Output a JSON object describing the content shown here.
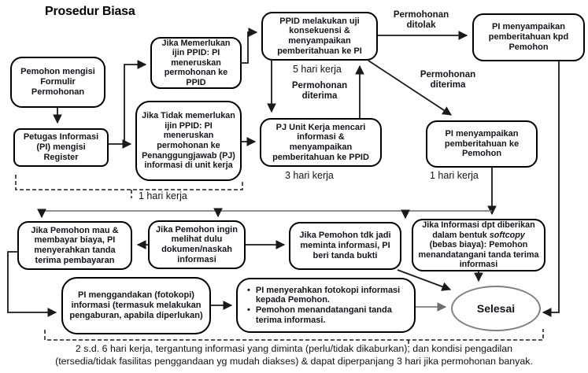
{
  "title": "Prosedur Biasa",
  "nodes": {
    "pemohon_form": "Pemohon mengisi Formulir Permohonan",
    "petugas_register": "Petugas Informasi (PI) mengisi Register",
    "perlu_ijin": "Jika Memerlukan ijin PPID: PI meneruskan permohonan ke PPID",
    "tidak_perlu_ijin": "Jika Tidak memerlukan ijin PPID: PI meneruskan permohonan ke Penanggungjawab (PJ) informasi di unit kerja",
    "ppid_uji": "PPID melakukan uji konsekuensi & menyampaikan pemberitahuan ke PI",
    "pi_beritahu_kpd_pemohon": "PI menyampaikan pemberitahuan kpd Pemohon",
    "pj_unit_kerja": "PJ Unit Kerja mencari informasi & menyampaikan pemberitahuan ke PPID",
    "pi_beritahu_ke_pemohon": "PI menyampaikan pemberitahuan ke Pemohon",
    "pemohon_bayar": "Jika Pemohon mau & membayar biaya, PI menyerahkan tanda terima pembayaran",
    "pemohon_lihat": "Jika Pemohon ingin melihat dulu dokumen/naskah informasi",
    "pemohon_batal": "Jika Pemohon tdk jadi meminta informasi, PI beri tanda bukti",
    "softcopy_part1": "Jika Informasi dpt diberikan dalam bentuk ",
    "softcopy_italic": "softcopy",
    "softcopy_part3": " (bebas biaya): Pemohon menandatangani tanda terima informasi",
    "pi_gandakan": "PI menggandakan (fotokopi) informasi (termasuk melakukan pengaburan, apabila diperlukan)",
    "serahkan_bullet1": "PI menyerahkan fotokopi informasi kepada Pemohon.",
    "serahkan_bullet2": "Pemohon menandatangani tanda terima informasi.",
    "selesai": "Selesai"
  },
  "labels": {
    "permohonan_ditolak": "Permohonan ditolak",
    "permohonan_diterima_left": "Permohonan diterima",
    "permohonan_diterima_right": "Permohonan diterima",
    "hari_5": "5 hari kerja",
    "hari_3": "3 hari kerja",
    "hari_1_left": "1 hari kerja",
    "hari_1_right": "1 hari kerja",
    "caption_line1": "2 s.d. 6 hari kerja, tergantung informasi yang diminta (perlu/tidak dikaburkan), dan kondisi pengadilan",
    "caption_line2": "(tersedia/tidak fasilitas penggandaan yg mudah diakses) & dapat diperpanjang 3 hari jika permohonan banyak."
  },
  "colors": {
    "connector": "#1a1a1a",
    "gray_connector": "#808080",
    "box_border": "#000000",
    "ellipse_border": "#7f7f7f",
    "text": "#14141c"
  }
}
